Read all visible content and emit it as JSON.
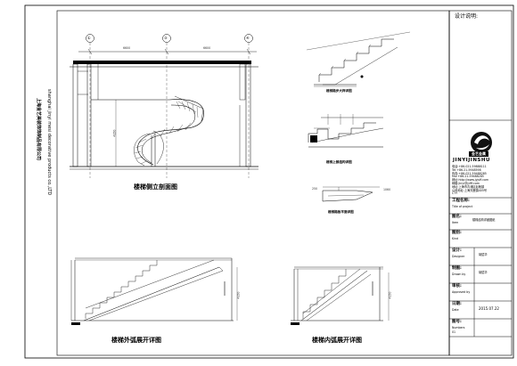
{
  "sheet": {
    "vertical_cn": "上海金艺美装饰饰制品有限公司",
    "vertical_en": "shanghai jinyi mesi decorative products co.,LTD"
  },
  "axes": {
    "a1": "①",
    "a3": "③",
    "a4": "④",
    "d1": "6600",
    "d2": "6600"
  },
  "elevation": {
    "dim_height": "4150",
    "caption": "楼梯侧立剖面图"
  },
  "details": {
    "d1_caption": "楼梯踏步大样详图",
    "d2_caption": "楼梯上部结构详图",
    "d3_caption": "楼梯踏板平面详图",
    "d3_dim_left": "250",
    "d3_dim_right": "1060"
  },
  "outer_unfold": {
    "caption": "楼梯外弧展开详图",
    "dim": "4150"
  },
  "inner_unfold": {
    "caption": "楼梯内弧展开详图",
    "dim": "4150"
  },
  "titleblock": {
    "design_note": "设计说明:",
    "brand": "JINYIJINSHU",
    "logo_label": "金艺金属",
    "contact": [
      "电话:+86-021-59888111",
      "Tel:+86-21-5948598",
      "传真:+86-021-59488285",
      "Fax:+86-21-59488285",
      "网址:http://www.jyjsff.com",
      "邮箱:jinyi@jyfff.com",
      "地址:上海市青浦区赵巷镇",
      "公司地址:上海天鹿镇405号",
      "CTY"
    ],
    "project_label_cn": "工程名称:",
    "project_label_en": "Title of project",
    "drawing_label_cn": "图名:",
    "drawing_label_en": "Item",
    "drawing_value": "楼梯结构详细图纸",
    "type_label_cn": "图别:",
    "type_label_en": "Kind",
    "designer_cn": "设计:",
    "designer_en": "Designer",
    "designer_value": "胡斌华",
    "drawn_cn": "制图:",
    "drawn_en": "Drawn by",
    "drawn_value": "胡斌华",
    "approved_cn": "审核:",
    "approved_en": "Approved by",
    "date_cn": "日期:",
    "date_en": "Date",
    "date_value": "2015.07.22",
    "number_cn": "图号:",
    "number_en": "Numbers",
    "number_value": "01"
  }
}
